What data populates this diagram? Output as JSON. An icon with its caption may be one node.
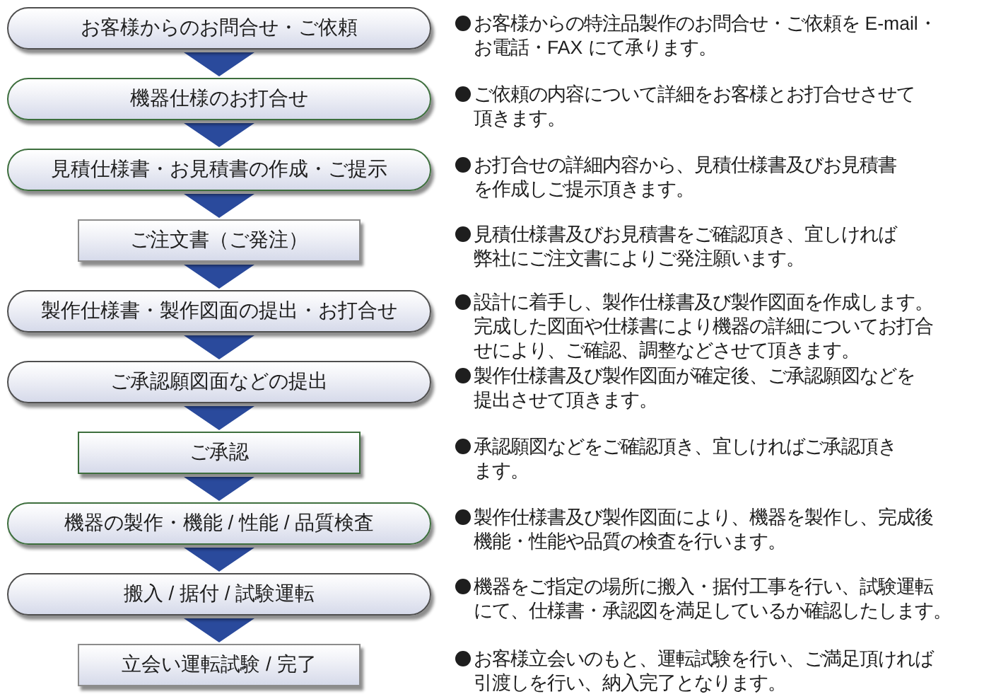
{
  "diagram": {
    "nodes": [
      {
        "text": [
          "お客様からのお問合せ・ご依頼"
        ]
      },
      {
        "text": [
          "機器仕様のお打合せ"
        ]
      },
      {
        "text": [
          "見積仕様書・お見積書の作成・ご提示"
        ]
      },
      {
        "text": [
          "ご注文書（ご発注）"
        ]
      },
      {
        "text": [
          "製作仕様書・製作図面の提出・お打合せ"
        ]
      },
      {
        "text": [
          "ご承認願図面などの提出"
        ]
      },
      {
        "text": [
          "ご承認"
        ]
      },
      {
        "text": [
          "機器の製作・機能 / 性能 / 品質検査"
        ]
      },
      {
        "text": [
          "搬入 / 据付 / 試験運転"
        ]
      },
      {
        "text": [
          "立会い運転試験 / 完了"
        ]
      }
    ],
    "edges": [
      {
        "from": 0,
        "to": 1,
        "arrow": "to"
      },
      {
        "from": 1,
        "to": 2,
        "arrow": "to"
      },
      {
        "from": 2,
        "to": 3,
        "arrow": "to"
      },
      {
        "from": 3,
        "to": 4,
        "arrow": "to"
      },
      {
        "from": 4,
        "to": 5,
        "arrow": "to"
      },
      {
        "from": 5,
        "to": 6,
        "arrow": "to"
      },
      {
        "from": 6,
        "to": 7,
        "arrow": "to"
      },
      {
        "from": 7,
        "to": 8,
        "arrow": "to"
      },
      {
        "from": 8,
        "to": 9,
        "arrow": "to"
      }
    ],
    "labels": [
      "お客様からの特注品製作のお問合せ・ご依頼を E-mail・お電話・FAX にて承ります。",
      "ご依頼の内容について詳細をお客様とお打合せさせて頂きます。",
      "お打合せの詳細内容から、見積仕様書及びお見積書を作成しご提示頂きます。",
      "見積仕様書及びお見積書をご確認頂き、宜しければ弊社にご注文書によりご発注願います。",
      "設計に着手し、製作仕様書及び製作図面を作成します。完成した図面や仕様書により機器の詳細についてお打合せにより、ご確認、調整などさせて頂きます。",
      "製作仕様書及び製作図面が確定後、ご承認願図などを提出させて頂きます。",
      "承認願図などをご確認頂き、宜しければご承認頂きます。",
      "製作仕様書及び製作図面により、機器を製作し、完成後機能・性能や品質の検査を行います。",
      "機器をご指定の場所に搬入・据付工事を行い、試験運転にて、仕様書・承認図を満足しているか確認したします。",
      "お客様立会いのもと、運転試験を行い、ご満足頂ければ引渡しを行い、納入完了となります。"
    ]
  }
}
